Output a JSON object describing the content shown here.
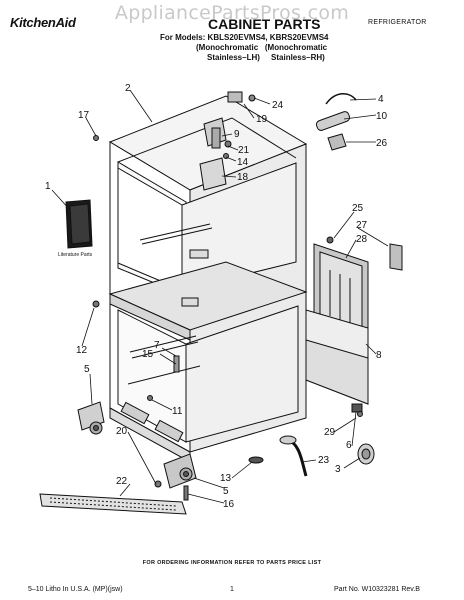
{
  "watermark": "AppliancePartsPros.com",
  "brand": "KitchenAid",
  "title": "CABINET PARTS",
  "category": "REFRIGERATOR",
  "models": {
    "line1": "For Models: KBLS20EVMS4, KBRS20EVMS4",
    "line2": "(Monochromatic   (Monochromatic",
    "line3": "Stainless–LH)     Stainless–RH)"
  },
  "literature_label": "Literature Parts",
  "callouts": [
    "1",
    "2",
    "3",
    "4",
    "5",
    "5",
    "6",
    "7",
    "8",
    "9",
    "10",
    "11",
    "12",
    "13",
    "14",
    "15",
    "16",
    "17",
    "18",
    "19",
    "20",
    "21",
    "22",
    "23",
    "24",
    "25",
    "26",
    "27",
    "28",
    "29"
  ],
  "footer": {
    "note": "FOR ORDERING INFORMATION REFER TO PARTS PRICE LIST",
    "left": "5–10 Litho In U.S.A. (MP)(jsw)",
    "page": "1",
    "right": "Part No. W10323281 Rev.B"
  }
}
